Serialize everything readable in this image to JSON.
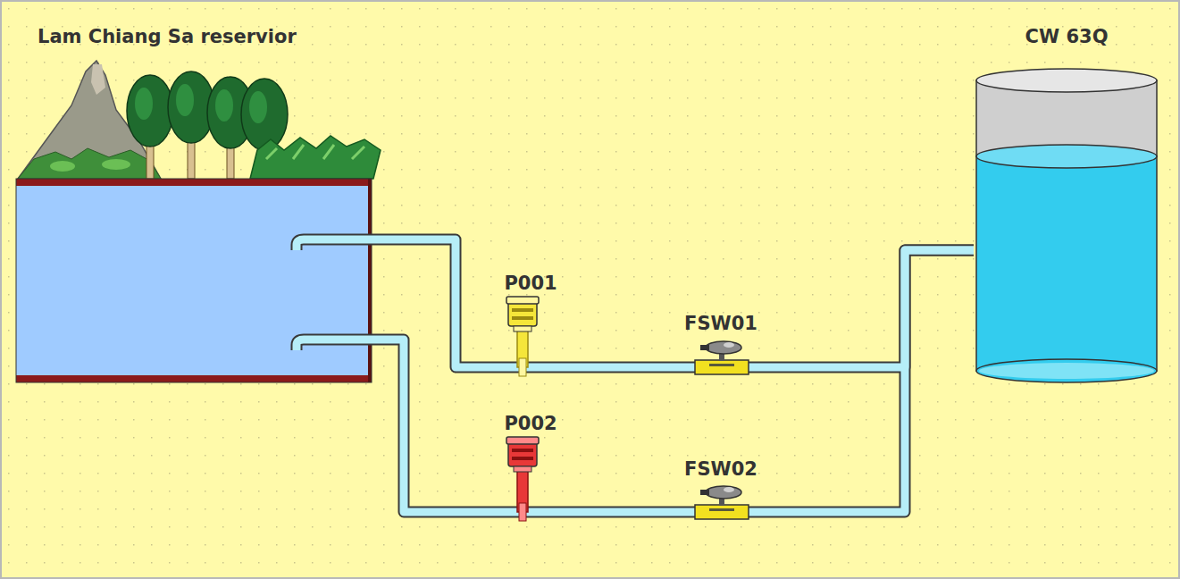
{
  "diagram": {
    "nodes": [
      {
        "text": [
          "Lam Chiang Sa reservior"
        ]
      },
      {
        "text": [
          "CW 63Q"
        ]
      },
      {
        "text": [
          "P001"
        ]
      },
      {
        "text": [
          "FSW01"
        ]
      },
      {
        "text": [
          "P002"
        ]
      },
      {
        "text": [
          "FSW02"
        ]
      }
    ],
    "edges": [
      {
        "from": 0,
        "to": 2,
        "arrow": "none"
      },
      {
        "from": 2,
        "to": 3,
        "arrow": "none"
      },
      {
        "from": 3,
        "to": 1,
        "arrow": "none"
      },
      {
        "from": 0,
        "to": 4,
        "arrow": "none"
      },
      {
        "from": 4,
        "to": 5,
        "arrow": "none"
      },
      {
        "from": 5,
        "to": 1,
        "arrow": "none"
      }
    ]
  }
}
